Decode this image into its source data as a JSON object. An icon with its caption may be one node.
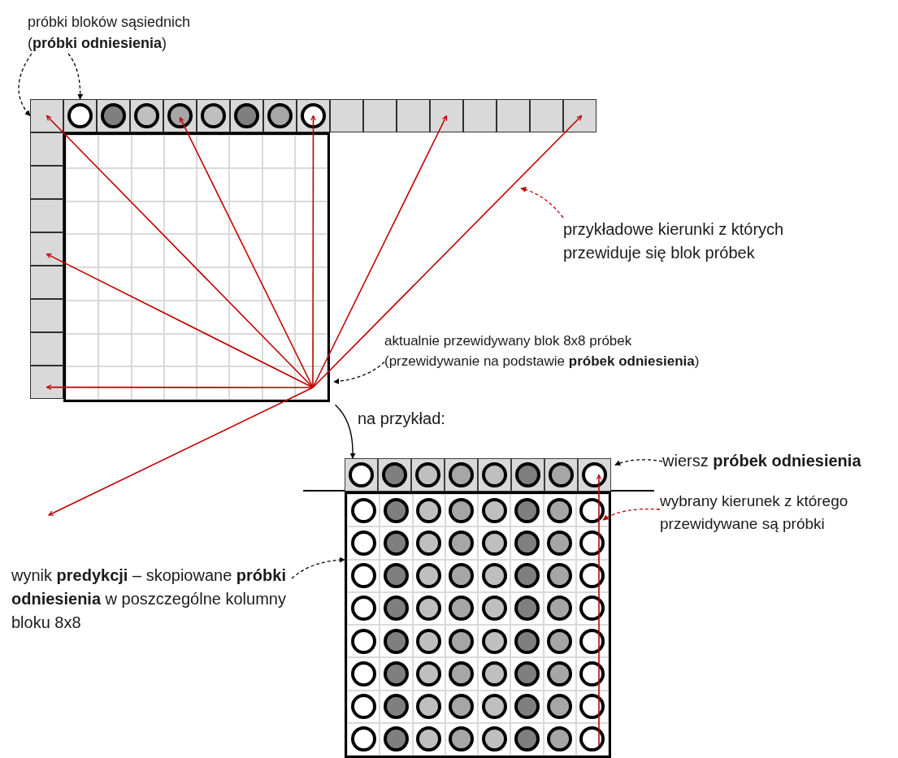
{
  "diagram": {
    "nodes": [
      {
        "text": [
          "próbki bloków sąsiednich (**próbki odniesienia**)"
        ]
      },
      {
        "text": [],
        "shape": "box"
      },
      {
        "text": [],
        "shape": "box"
      },
      {
        "text": [],
        "shape": "box"
      },
      {
        "text": [],
        "shape": "box"
      },
      {
        "text": [],
        "shape": "box"
      },
      {
        "text": [],
        "shape": "box"
      },
      {
        "text": [],
        "shape": "box"
      },
      {
        "text": [],
        "shape": "box"
      },
      {
        "text": [],
        "shape": "box"
      },
      {
        "text": [],
        "shape": "box"
      },
      {
        "text": [],
        "shape": "box"
      },
      {
        "text": [],
        "shape": "box"
      },
      {
        "text": [],
        "shape": "box"
      },
      {
        "text": [],
        "shape": "box"
      },
      {
        "text": [],
        "shape": "box"
      },
      {
        "text": [],
        "shape": "box"
      },
      {
        "text": [],
        "shape": "box"
      },
      {
        "text": [],
        "shape": "box"
      },
      {
        "text": [],
        "shape": "box"
      },
      {
        "text": [],
        "shape": "box"
      },
      {
        "text": [],
        "shape": "box"
      },
      {
        "text": [],
        "shape": "box"
      },
      {
        "text": [],
        "shape": "box"
      },
      {
        "text": [],
        "shape": "box"
      },
      {
        "text": [],
        "shape": "box"
      },
      {
        "text": [],
        "shape": "box"
      },
      {
        "text": [
          "przykładowe kierunki z których przewiduje się blok próbek"
        ]
      },
      {
        "text": [
          "aktualnie przewidywany blok 8x8 próbek (przewidywanie na podstawie **próbek odniesienia**)"
        ]
      },
      {
        "text": [],
        "shape": "box"
      },
      {
        "text": [],
        "shape": "box"
      },
      {
        "text": [
          "wiersz **próbek odniesienia**"
        ]
      },
      {
        "text": [
          "wybrany kierunek z którego przewidywane są próbki"
        ]
      },
      {
        "text": [
          "wynik **predykcji** – skopiowane **próbki odniesienia** w poszczególne kolumny bloku 8x8"
        ]
      }
    ],
    "edges": [
      {
        "from": 0,
        "to": 1,
        "arrow": "to",
        "style": "dashed",
        "color": "#000000"
      },
      {
        "from": 0,
        "to": 2,
        "arrow": "to",
        "style": "dashed",
        "color": "#000000"
      },
      {
        "from": 26,
        "to": 1,
        "arrow": "to"
      },
      {
        "from": 26,
        "to": 5,
        "arrow": "to"
      },
      {
        "from": 26,
        "to": 9,
        "arrow": "to"
      },
      {
        "from": 26,
        "to": 13,
        "arrow": "to"
      },
      {
        "from": 26,
        "to": 17,
        "arrow": "to"
      },
      {
        "from": 26,
        "to": 21,
        "arrow": "to"
      },
      {
        "from": 26,
        "to": 25,
        "arrow": "to"
      },
      {
        "from": 26,
        "to": null,
        "arrow": "to"
      },
      {
        "from": 27,
        "to": null,
        "arrow": "to",
        "style": "dashed"
      },
      {
        "from": 28,
        "to": 26,
        "arrow": "to",
        "style": "dashed",
        "color": "#000000"
      },
      {
        "from": 26,
        "to": 29,
        "arrow": "to",
        "label": "na przykład:",
        "color": "#000000"
      },
      {
        "from": 31,
        "to": 29,
        "arrow": "to",
        "style": "dashed",
        "color": "#000000"
      },
      {
        "from": 30,
        "to": 29,
        "arrow": "to"
      },
      {
        "from": 32,
        "to": 30,
        "arrow": "to",
        "style": "dashed"
      },
      {
        "from": 33,
        "to": 30,
        "arrow": "to",
        "style": "dashed",
        "color": "#000000"
      }
    ]
  }
}
